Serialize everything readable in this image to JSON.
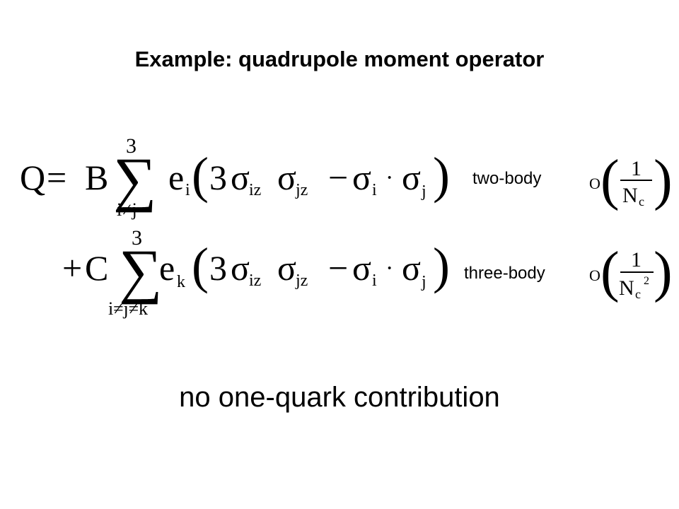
{
  "slide": {
    "title": "Example: quadrupole moment operator",
    "footer_text": "no one-quark contribution",
    "equation": {
      "row1": {
        "lhs": "Q",
        "eq": "=",
        "coef": "B",
        "sum_sign": "∑",
        "sum_upper": "3",
        "sum_lower": "i≠j",
        "charge": "e",
        "charge_sub": "i",
        "lparen": "(",
        "three": "3",
        "sigma": "σ",
        "sigma_sub1": "iz",
        "sigma_sub2": "jz",
        "minus": "−",
        "sigma_sub3": "i",
        "dot": "·",
        "sigma_sub4": "j",
        "rparen": ")",
        "label": "two-body",
        "order_symbol": "O",
        "order_lparen": "(",
        "order_num": "1",
        "order_den": "N",
        "order_den_sub": "c",
        "order_rparen": ")"
      },
      "row2": {
        "plus": "+",
        "coef": "C",
        "sum_sign": "∑",
        "sum_upper": "3",
        "sum_lower": "i≠j≠k",
        "charge": "e",
        "charge_sub": "k",
        "lparen": "(",
        "three": "3",
        "sigma": "σ",
        "sigma_sub1": "iz",
        "sigma_sub2": "jz",
        "minus": "−",
        "sigma_sub3": "i",
        "dot": "·",
        "sigma_sub4": "j",
        "rparen": ")",
        "label": "three-body",
        "order_symbol": "O",
        "order_lparen": "(",
        "order_num": "1",
        "order_den": "N",
        "order_den_sub": "c",
        "order_den_sup": "2",
        "order_rparen": ")"
      }
    }
  }
}
